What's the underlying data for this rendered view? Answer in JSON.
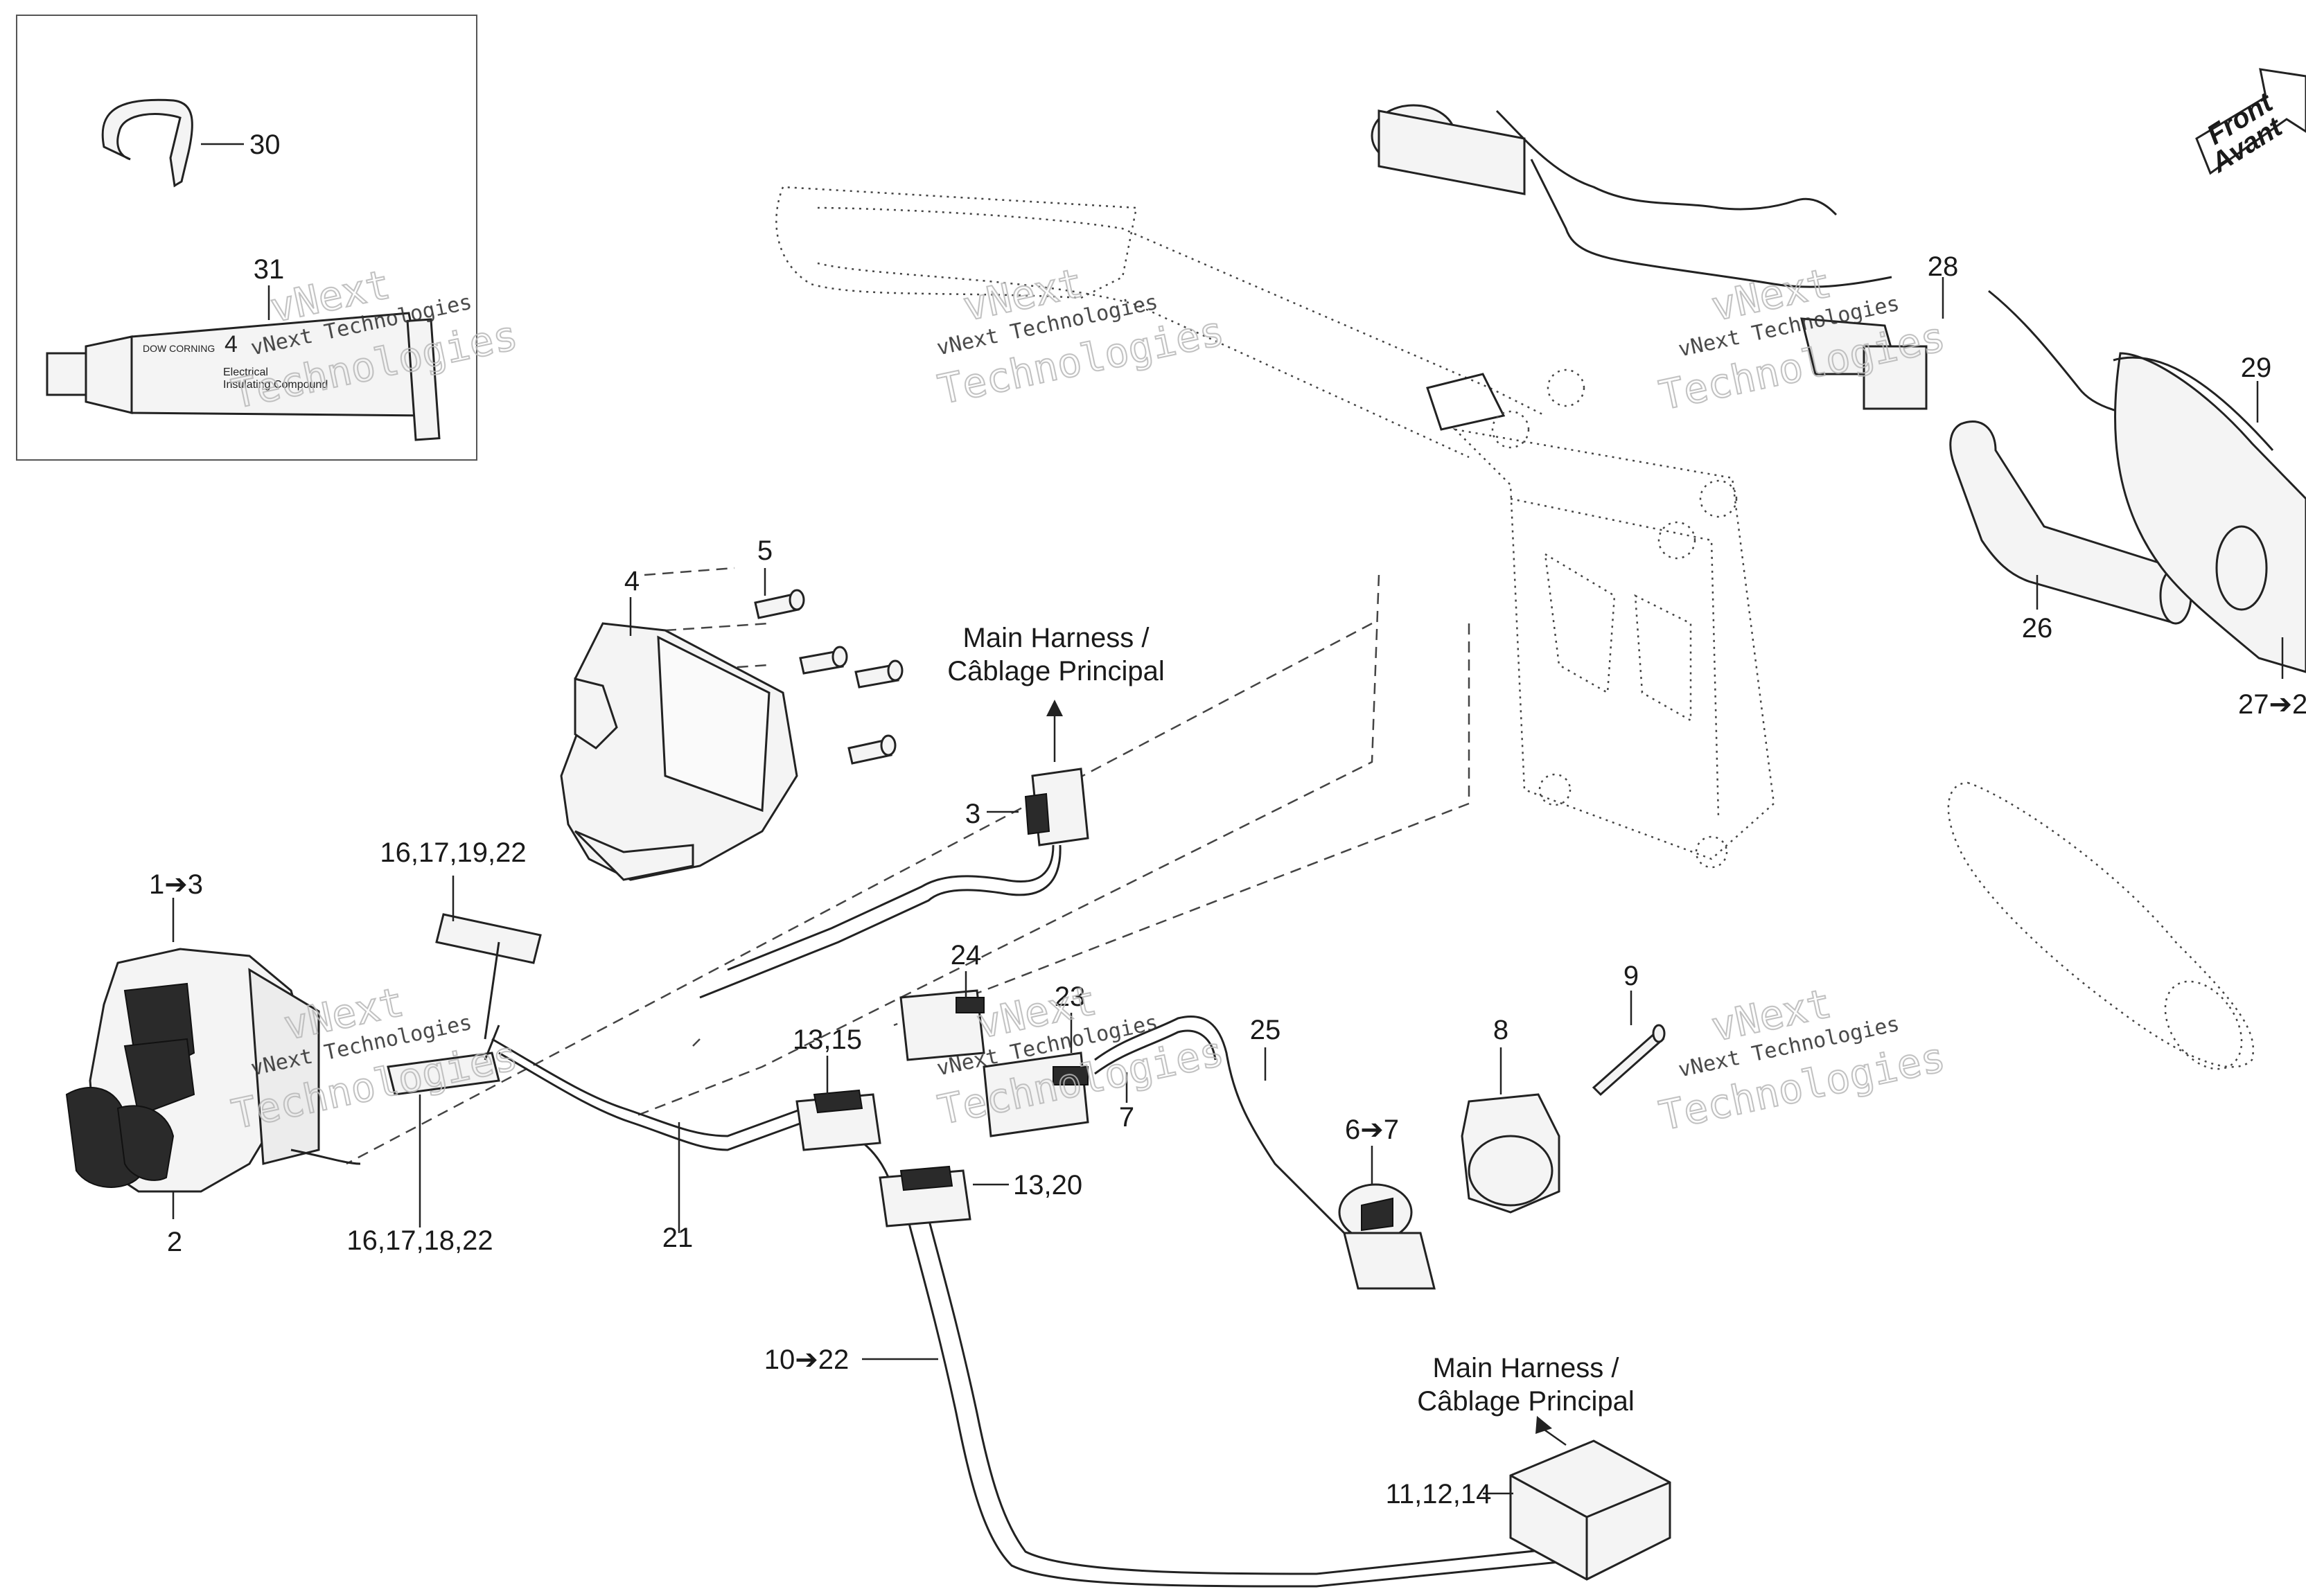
{
  "callouts": {
    "c30": "30",
    "c31": "31",
    "c1_3": "1➔3",
    "c2": "2",
    "c3": "3",
    "c4": "4",
    "c5": "5",
    "c16_17_19_22": "16,17,19,22",
    "c16_17_18_22": "16,17,18,22",
    "c21": "21",
    "c13_15": "13,15",
    "c13_20": "13,20",
    "c10_22": "10➔22",
    "c24": "24",
    "c23": "23",
    "c7": "7",
    "c25": "25",
    "c6_7": "6➔7",
    "c8": "8",
    "c9": "9",
    "c11_12_14": "11,12,14",
    "c26": "26",
    "c27": "27➔2",
    "c28": "28",
    "c29": "29"
  },
  "harness_top": {
    "line1": "Main Harness /",
    "line2": "Câblage Principal"
  },
  "harness_bottom": {
    "line1": "Main Harness /",
    "line2": "Câblage Principal"
  },
  "front_arrow": {
    "line1": "Front",
    "line2": "Avant"
  },
  "tube_text": {
    "brand": "DOW CORNING",
    "number": "4",
    "line1": "Electrical",
    "line2": "Insulating Compound"
  },
  "watermark": {
    "line1": "vNext Technologies",
    "line2": "vNext",
    "line3": "Technologies"
  }
}
